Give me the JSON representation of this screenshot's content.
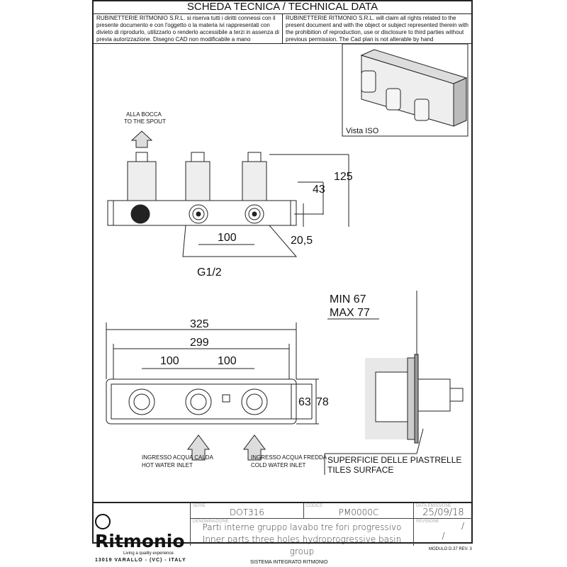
{
  "header": {
    "title": "SCHEDA TECNICA / TECHNICAL DATA",
    "notice_it": "RUBINETTERIE RITMONIO S.R.L. si riserva tutti i diritti connessi con il presente documento e con l'oggetto o la materia ivi rappresentati con divieto di riprodurlo, utilizzarlo o renderlo accessibile a terzi in assenza di previa autorizzazione. Disegno CAD non modificabile a mano",
    "notice_en": "RUBINETTERIE RITMONIO S.R.L. will claim all rights related to the present document and with the object or subject represented therein with the prohibition of reproduction, use or disclosure to third parties without previous permission. The Cad plan is not alterable by hand"
  },
  "drawing": {
    "iso_label": "Vista ISO",
    "spout_it": "ALLA BOCCA",
    "spout_en": "TO THE SPOUT",
    "dim_125": "125",
    "dim_43": "43",
    "dim_100_front": "100",
    "dim_20_5": "20,5",
    "thread": "G1/2",
    "min": "MIN 67",
    "max": "MAX 77",
    "dim_325": "325",
    "dim_299": "299",
    "dim_100_a": "100",
    "dim_100_b": "100",
    "dim_63": "63",
    "dim_78": "78",
    "hot_it": "INGRESSO ACQUA CALDA",
    "hot_en": "HOT WATER INLET",
    "cold_it": "INGRESSO ACQUA FREDDA",
    "cold_en": "COLD WATER INLET",
    "tiles_it": "SUPERFICIE DELLE PIASTRELLE",
    "tiles_en": "TILES SURFACE"
  },
  "title_block": {
    "brand": "Ritmonio",
    "tagline": "Living a quality experience.",
    "address": "13019 VARALLO - (VC) - ITALY",
    "serie_label": "SERIE",
    "serie": "DOT316",
    "codice_label": "CODICE",
    "codice": "PM0000C",
    "date_label": "DATA EMISSIONE",
    "date": "25/09/18",
    "denom_label": "DENOMINAZIONE",
    "denom_it": "Parti interne gruppo lavabo tre fori progressivo",
    "denom_en": "Inner parts three holes hydroprogressive basin group",
    "rev_label": "REVISIONE",
    "rev1": "/",
    "rev2": "/"
  },
  "footer": {
    "system": "SISTEMA INTEGRATO RITMONIO",
    "module": "MODULO D.37 REV. 3"
  }
}
